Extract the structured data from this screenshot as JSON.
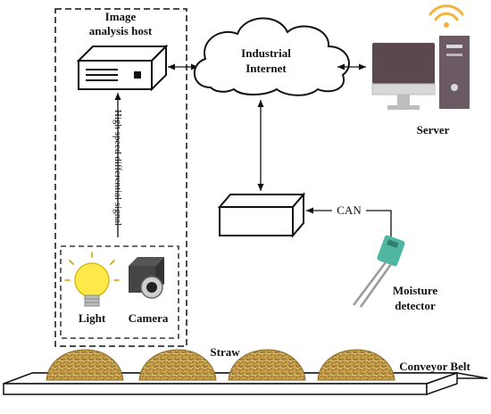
{
  "labels": {
    "image_host_line1": "Image",
    "image_host_line2": "analysis host",
    "internet_line1": "Industrial",
    "internet_line2": "Internet",
    "server": "Server",
    "signal": "High speed differential signal",
    "can": "CAN",
    "moisture_line1": "Moisture",
    "moisture_line2": "detector",
    "light": "Light",
    "camera": "Camera",
    "straw": "Straw",
    "conveyor": "Conveyor Belt"
  },
  "icons": [
    "image-analysis-host-icon",
    "cloud-icon",
    "monitor-icon",
    "computer-tower-icon",
    "wifi-icon",
    "can-box-icon",
    "moisture-probe-icon",
    "light-bulb-icon",
    "camera-icon",
    "straw-pile-icon",
    "conveyor-belt-icon"
  ],
  "colors": {
    "monitor_screen": "#5a4750",
    "tower": "#6b5a63",
    "wifi": "#f3b43d",
    "bulb": "#ffe94a",
    "probe": "#4fb7a1",
    "straw": "#c9a04b"
  }
}
